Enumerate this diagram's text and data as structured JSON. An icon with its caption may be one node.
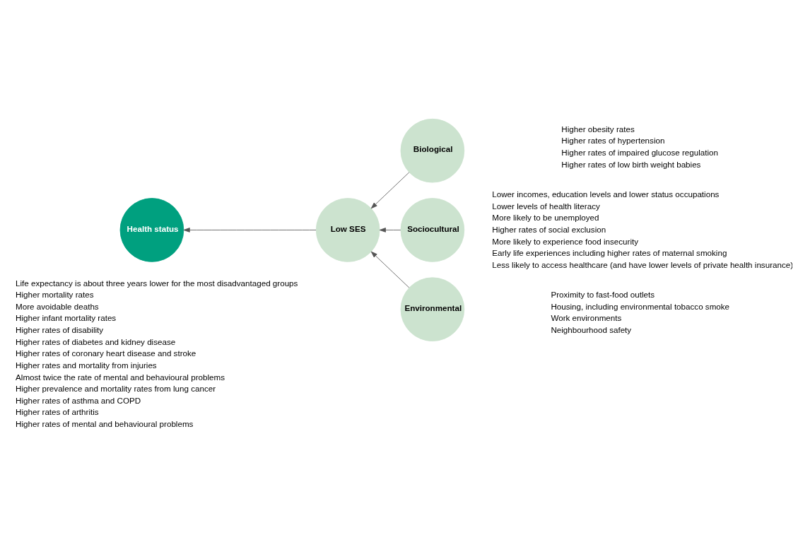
{
  "diagram": {
    "nodes": [
      {
        "text": [
          "Health status"
        ],
        "beside": [
          "Life expectancy is about three years lower for the most disadvantaged groups",
          "Higher mortality rates",
          "More avoidable deaths",
          "Higher infant mortality rates",
          "Higher rates of disability",
          "Higher rates of diabetes and kidney disease",
          "Higher rates of coronary heart disease and stroke",
          "Higher rates and mortality from injuries",
          "Almost twice the rate of mental and behavioural problems",
          "Higher prevalence and mortality rates from lung cancer",
          "Higher rates of asthma and COPD",
          "Higher rates of arthritis",
          "Higher rates of mental and behavioural problems"
        ]
      },
      {
        "text": [
          "Low SES"
        ]
      },
      {
        "text": [
          "Biological"
        ],
        "beside": [
          "Higher obesity rates",
          "Higher rates of hypertension",
          "Higher rates of impaired glucose regulation",
          "Higher rates of low birth weight babies"
        ]
      },
      {
        "text": [
          "Sociocultural"
        ],
        "beside": [
          "Lower incomes, education levels and lower status occupations",
          "Lower levels of health literacy",
          "More likely to be unemployed",
          "Higher rates of social exclusion",
          "More likely to experience food insecurity",
          "Early life experiences including higher rates of maternal smoking",
          "Less likely to access healthcare (and have lower levels of private health insurance)"
        ]
      },
      {
        "text": [
          "Environmental"
        ],
        "beside": [
          "Proximity to fast-food outlets",
          "Housing, including environmental tobacco smoke",
          "Work environments",
          "Neighbourhood safety"
        ]
      }
    ],
    "edges": [
      {
        "from": 2,
        "to": 1,
        "arrow": "to"
      },
      {
        "from": 3,
        "to": 1,
        "arrow": "to"
      },
      {
        "from": 4,
        "to": 1,
        "arrow": "to"
      },
      {
        "from": 1,
        "to": 0,
        "arrow": "to"
      }
    ]
  }
}
